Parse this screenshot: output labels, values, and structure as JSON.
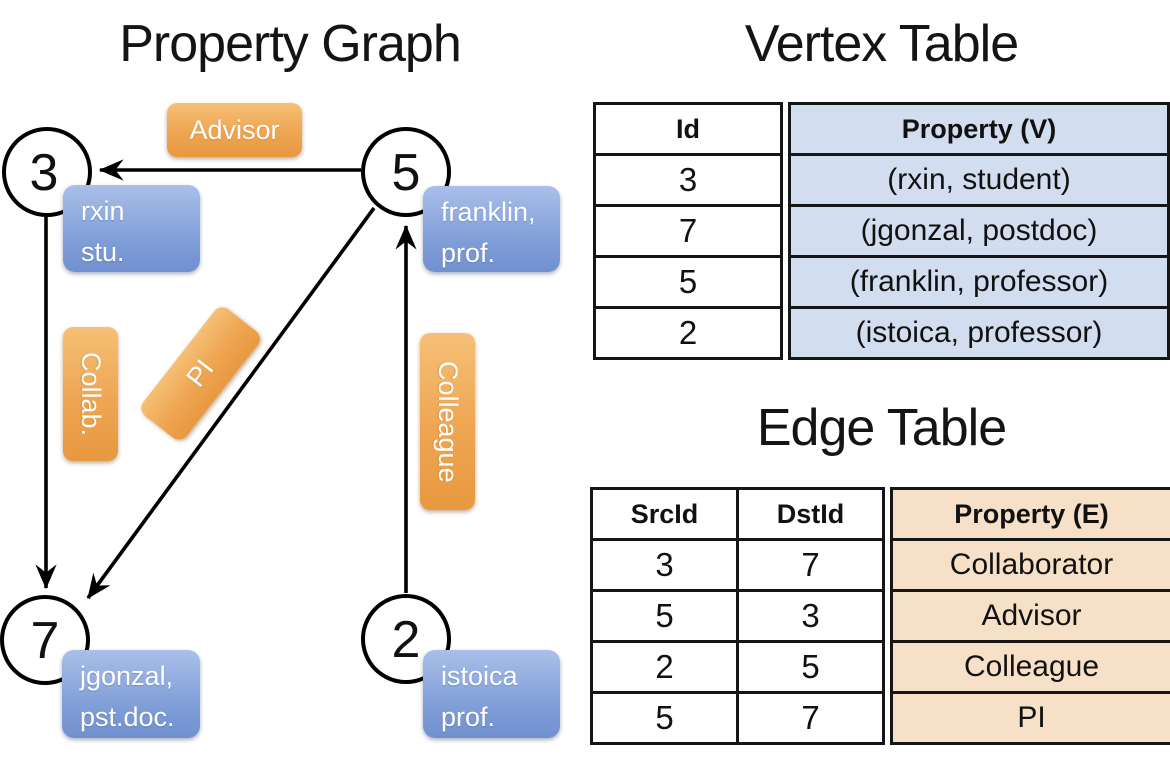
{
  "graph": {
    "title": "Property Graph",
    "nodes": [
      {
        "id": "3",
        "property": "rxin\nstu."
      },
      {
        "id": "5",
        "property": "franklin,\nprof."
      },
      {
        "id": "7",
        "property": "jgonzal,\npst.doc."
      },
      {
        "id": "2",
        "property": "istoica\nprof."
      }
    ],
    "edge_labels": {
      "advisor": "Advisor",
      "collab": "Collab.",
      "pi": "PI",
      "colleague": "Colleague"
    },
    "edges": [
      {
        "from": "5",
        "to": "3",
        "label": "Advisor"
      },
      {
        "from": "3",
        "to": "7",
        "label": "Collab."
      },
      {
        "from": "5",
        "to": "7",
        "label": "PI"
      },
      {
        "from": "2",
        "to": "5",
        "label": "Colleague"
      }
    ]
  },
  "vertex_table": {
    "title": "Vertex Table",
    "columns": {
      "id": "Id",
      "property": "Property (V)"
    },
    "rows": [
      {
        "id": "3",
        "property": "(rxin, student)"
      },
      {
        "id": "7",
        "property": "(jgonzal, postdoc)"
      },
      {
        "id": "5",
        "property": "(franklin, professor)"
      },
      {
        "id": "2",
        "property": "(istoica, professor)"
      }
    ]
  },
  "edge_table": {
    "title": "Edge Table",
    "columns": {
      "src": "SrcId",
      "dst": "DstId",
      "property": "Property (E)"
    },
    "rows": [
      {
        "src": "3",
        "dst": "7",
        "property": "Collaborator"
      },
      {
        "src": "5",
        "dst": "3",
        "property": "Advisor"
      },
      {
        "src": "2",
        "dst": "5",
        "property": "Colleague"
      },
      {
        "src": "5",
        "dst": "7",
        "property": "PI"
      }
    ]
  },
  "colors": {
    "edge_label_orange": "#EEA552",
    "vertex_property_blue": "#7F9DD7",
    "vertex_table_fill": "#D2DDEF",
    "edge_table_fill": "#F6E0C7",
    "line": "#000000"
  }
}
